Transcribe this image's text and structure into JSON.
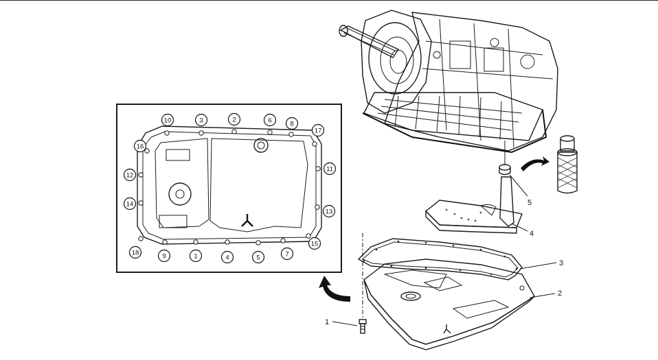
{
  "inset": {
    "bolt_labels": [
      "10",
      "3",
      "2",
      "6",
      "8",
      "17",
      "16",
      "12",
      "11",
      "14",
      "13",
      "18",
      "9",
      "1",
      "4",
      "5",
      "7",
      "15"
    ]
  },
  "callouts": [
    "1",
    "2",
    "3",
    "4",
    "5"
  ]
}
